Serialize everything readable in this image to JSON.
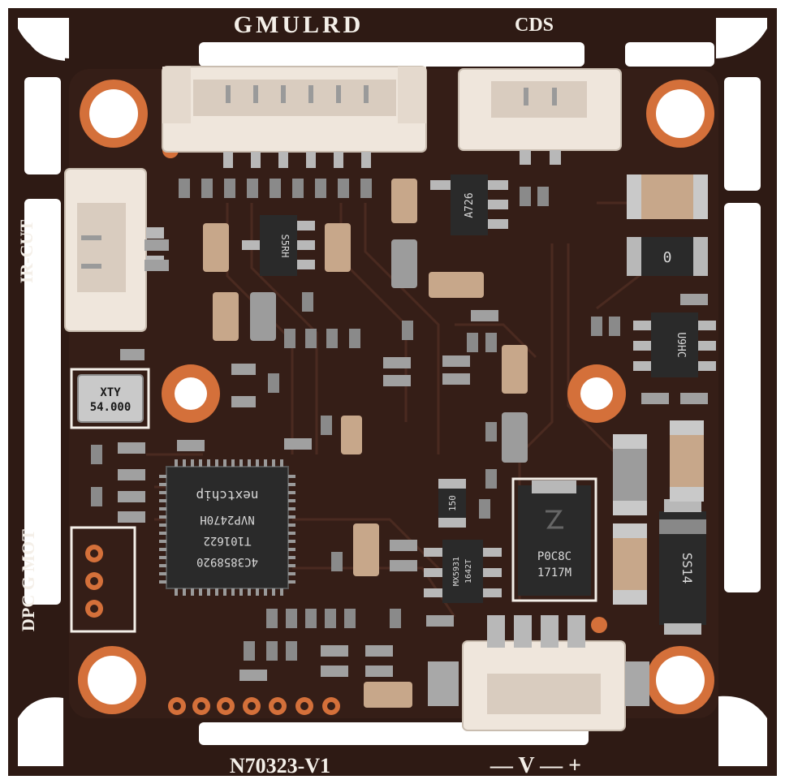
{
  "silkscreen": {
    "top_left_connector": "GMULRD",
    "top_right_connector": "CDS",
    "left_connector": "IR-CUT",
    "left_pins": "DPC G MOT",
    "board_id": "N70323-V1",
    "power_polarity": "— V — +"
  },
  "components": {
    "crystal_line1": "XTY",
    "crystal_line2": "54.000",
    "main_chip_line1": "4C3858920",
    "main_chip_line2": "T101622",
    "main_chip_line3": "NVP2470H",
    "main_chip_brand": "nextchip",
    "regulator_a726": "A726",
    "regulator_s5rh": "S5RH",
    "chip_u9hc": "U9HC",
    "resistor_0": "0",
    "resistor_150": "150",
    "inductor_line1": "P0C8C",
    "inductor_line2": "1717M",
    "diode_ss14": "SS14",
    "chip_mx": "MX5931",
    "chip_mx_line2": "1642T"
  },
  "colors": {
    "pcb": "#2e1a14",
    "copper": "#d4703a",
    "connector": "#efe6dc",
    "silkscreen": "#f4efe8"
  }
}
